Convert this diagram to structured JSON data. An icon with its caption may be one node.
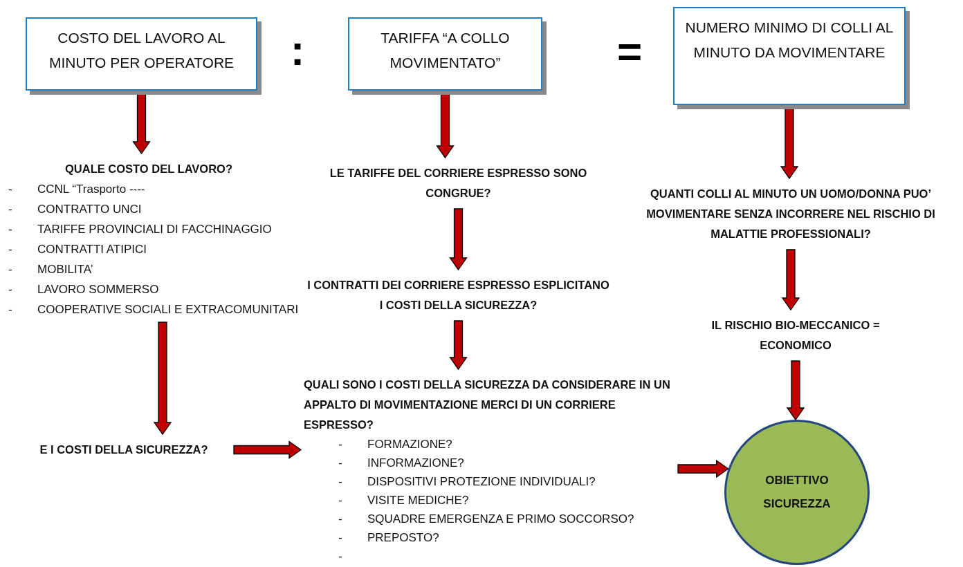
{
  "diagram": {
    "nodes": [
      {
        "text": [
          "COSTO DEL LAVORO AL MINUTO PER OPERATORE"
        ]
      },
      {
        "text": [
          "TARIFFA “A COLLO MOVIMENTATO”"
        ]
      },
      {
        "text": [
          "NUMERO MINIMO DI COLLI AL MINUTO DA MOVIMENTARE"
        ]
      },
      {
        "text": [
          "QUALE COSTO DEL LAVORO?",
          "-",
          "CCNL “Trasporto ----",
          "-",
          "CONTRATTO UNCI",
          "-",
          "TARIFFE PROVINCIALI DI FACCHINAGGIO",
          "-",
          "CONTRATTI ATIPICI",
          "-",
          "MOBILITA’",
          "-",
          "LAVORO SOMMERSO",
          "-",
          "COOPERATIVE SOCIALI E EXTRACOMUNITARI"
        ]
      },
      {
        "text": [
          "E I COSTI DELLA SICUREZZA?"
        ]
      },
      {
        "text": [
          "LE TARIFFE DEL CORRIERE ESPRESSO SONO CONGRUE?"
        ]
      },
      {
        "text": [
          "I CONTRATTI DEI CORRIERE ESPRESSO ESPLICITANO I COSTI DELLA SICUREZZA?"
        ]
      },
      {
        "text": [
          "QUALI SONO I COSTI DELLA SICUREZZA DA CONSIDERARE IN UN APPALTO DI MOVIMENTAZIONE MERCI DI UN CORRIERE ESPRESSO?",
          "-",
          "FORMAZIONE?",
          "-",
          "INFORMAZIONE?",
          "-",
          "DISPOSITIVI PROTEZIONE INDIVIDUALI?",
          "-",
          "VISITE MEDICHE?",
          "-",
          "SQUADRE EMERGENZA E PRIMO SOCCORSO?",
          "-",
          "PREPOSTO?",
          "-"
        ]
      },
      {
        "text": [
          "QUANTI COLLI AL MINUTO UN UOMO/DONNA PUO’ MOVIMENTARE SENZA INCORRERE NEL RISCHIO DI MALATTIE PROFESSIONALI?"
        ]
      },
      {
        "text": [
          "IL RISCHIO BIO-MECCANICO = ECONOMICO"
        ]
      },
      {
        "text": [
          "OBIETTIVO SICUREZZA"
        ]
      }
    ],
    "edges": [
      {
        "from": 0,
        "to": 3,
        "arrow": "to"
      },
      {
        "from": 3,
        "to": 4,
        "arrow": "to"
      },
      {
        "from": 4,
        "to": 7,
        "arrow": "to"
      },
      {
        "from": 1,
        "to": 5,
        "arrow": "to"
      },
      {
        "from": 5,
        "to": 6,
        "arrow": "to"
      },
      {
        "from": 6,
        "to": 7,
        "arrow": "to"
      },
      {
        "from": 2,
        "to": 8,
        "arrow": "to"
      },
      {
        "from": 8,
        "to": 9,
        "arrow": "to"
      },
      {
        "from": 9,
        "to": 10,
        "arrow": "to"
      },
      {
        "from": 7,
        "to": 10,
        "arrow": "to"
      }
    ],
    "labels": [
      ":",
      "="
    ]
  }
}
